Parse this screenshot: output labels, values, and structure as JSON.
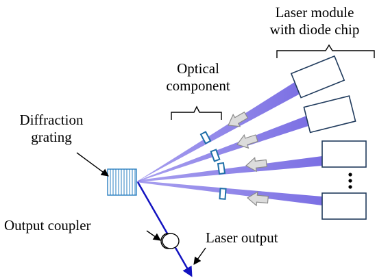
{
  "labels": {
    "laser_module_line1": "Laser module",
    "laser_module_line2": "with diode chip",
    "optical_component_line1": "Optical",
    "optical_component_line2": "component",
    "diffraction_grating_line1": "Diffraction",
    "diffraction_grating_line2": "grating",
    "output_coupler": "Output coupler",
    "laser_output": "Laser output"
  },
  "colors": {
    "beam": "#7b6fe0",
    "output_beam": "#1212c0",
    "component_outline": "#1f6fa8",
    "module_outline": "#1f3a5c",
    "arrow_fill": "#dcdcdc",
    "arrow_stroke": "#8a8a8a",
    "grating_outline": "#2a7fc0"
  },
  "diagram": {
    "laser_module_count": 4,
    "beam_count": 4,
    "optical_component_count": 4,
    "more_modules_indicator": "ellipsis"
  }
}
